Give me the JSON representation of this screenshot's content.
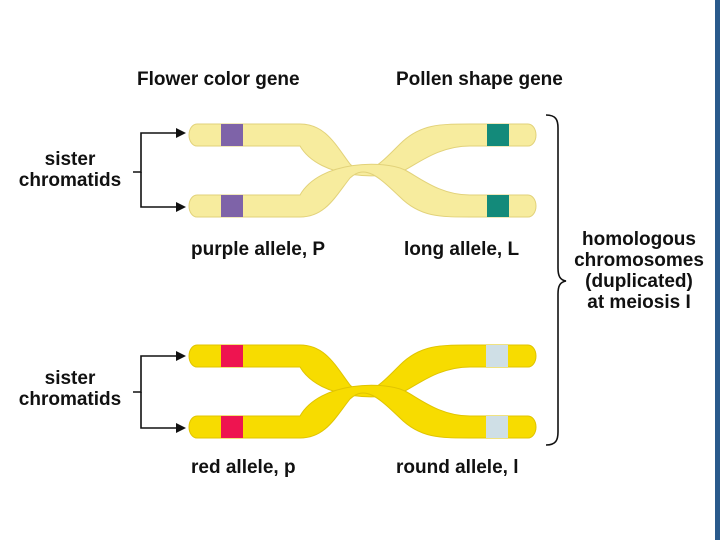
{
  "headers": {
    "flower_gene": "Flower color gene",
    "pollen_gene": "Pollen shape gene"
  },
  "labels": {
    "sister_top_line1": "sister",
    "sister_top_line2": "chromatids",
    "sister_bottom_line1": "sister",
    "sister_bottom_line2": "chromatids",
    "purple_allele": "purple allele, P",
    "long_allele": "long allele, L",
    "red_allele": "red allele, p",
    "round_allele": "round allele, l",
    "homologous_line1": "homologous",
    "homologous_line2": "chromosomes",
    "homologous_line3": "(duplicated)",
    "homologous_line4": "at meiosis I"
  },
  "colors": {
    "pale_chromosome": "#f7ec9e",
    "pale_outline": "#e2d27a",
    "bright_chromosome": "#f7dc00",
    "bright_outline": "#e0c400",
    "purple_band": "#7e63a8",
    "teal_band": "#138a7a",
    "red_band": "#ee1450",
    "round_band": "#cfdfe6",
    "right_edge": "#2a5a8c"
  }
}
